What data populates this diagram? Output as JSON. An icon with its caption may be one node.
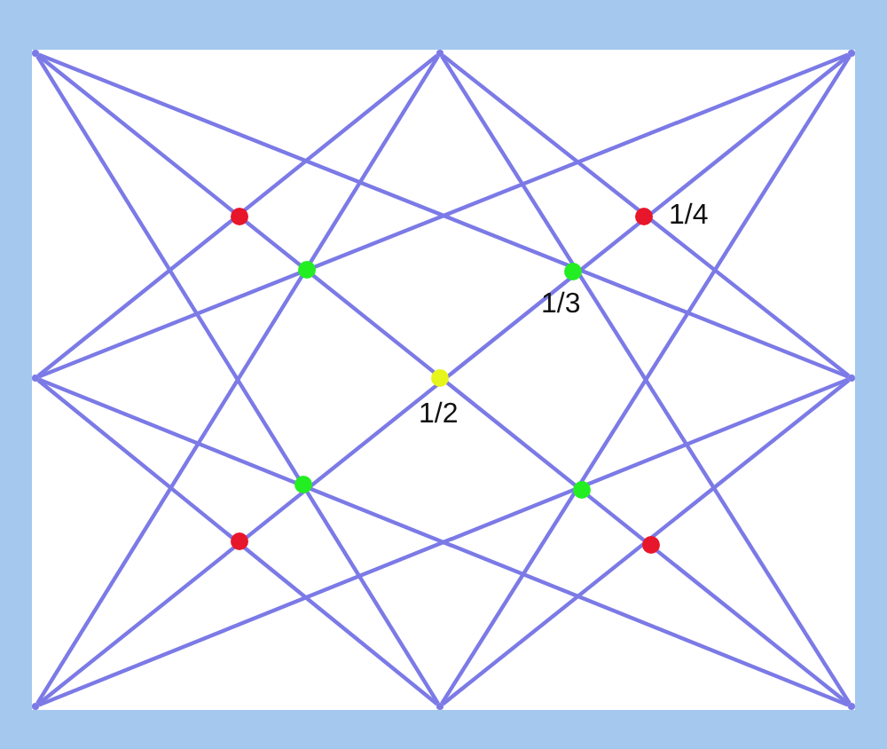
{
  "diagram": {
    "nodes": [
      {
        "text": [],
        "shape": "point"
      },
      {
        "text": [],
        "shape": "point"
      },
      {
        "text": [],
        "shape": "point"
      },
      {
        "text": [],
        "shape": "circle"
      },
      {
        "text": [],
        "shape": "circle",
        "beside": [
          "1/4"
        ]
      },
      {
        "text": [],
        "shape": "circle"
      },
      {
        "text": [],
        "shape": "circle",
        "beside": [
          "1/3"
        ]
      },
      {
        "text": [],
        "shape": "point"
      },
      {
        "text": [],
        "shape": "circle",
        "beside": [
          "1/2"
        ]
      },
      {
        "text": [],
        "shape": "point"
      },
      {
        "text": [],
        "shape": "circle"
      },
      {
        "text": [],
        "shape": "circle"
      },
      {
        "text": [],
        "shape": "circle"
      },
      {
        "text": [],
        "shape": "circle"
      },
      {
        "text": [],
        "shape": "point"
      },
      {
        "text": [],
        "shape": "point"
      },
      {
        "text": [],
        "shape": "point"
      }
    ],
    "edges": [
      {
        "from": 0,
        "to": 16,
        "arrow": "none"
      },
      {
        "from": 2,
        "to": 14,
        "arrow": "none"
      },
      {
        "from": 7,
        "to": 1,
        "arrow": "none"
      },
      {
        "from": 1,
        "to": 9,
        "arrow": "none"
      },
      {
        "from": 9,
        "to": 15,
        "arrow": "none"
      },
      {
        "from": 15,
        "to": 7,
        "arrow": "none"
      },
      {
        "from": 0,
        "to": 15,
        "arrow": "none"
      },
      {
        "from": 0,
        "to": 9,
        "arrow": "none"
      },
      {
        "from": 2,
        "to": 15,
        "arrow": "none"
      },
      {
        "from": 2,
        "to": 7,
        "arrow": "none"
      },
      {
        "from": 14,
        "to": 1,
        "arrow": "none"
      },
      {
        "from": 14,
        "to": 9,
        "arrow": "none"
      },
      {
        "from": 16,
        "to": 1,
        "arrow": "none"
      },
      {
        "from": 16,
        "to": 7,
        "arrow": "none"
      }
    ]
  }
}
